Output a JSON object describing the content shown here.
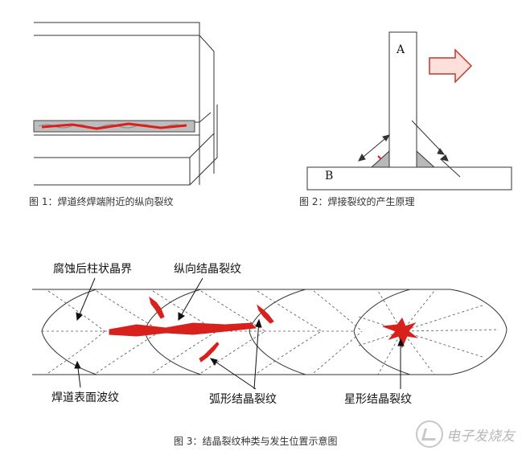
{
  "figure1": {
    "caption": "图 1：焊道终焊端附近的纵向裂纹"
  },
  "figure2": {
    "caption": "图 2：焊接裂纹的产生原理",
    "label_a": "A",
    "label_b": "B"
  },
  "figure3": {
    "caption": "图 3：结晶裂纹种类与发生位置示意图",
    "labels": {
      "grain_boundary": "腐蚀后柱状晶界",
      "longitudinal": "纵向结晶裂纹",
      "surface_ripple": "焊道表面波纹",
      "arc": "弧形结晶裂纹",
      "star": "星形结晶裂纹"
    }
  },
  "watermark": {
    "text": "电子发烧友"
  },
  "colors": {
    "crack": "#d8201c",
    "weld_fill": "#b8b8b8",
    "arrow_fill": "#fde0dc",
    "arrow_stroke": "#c0392b"
  }
}
